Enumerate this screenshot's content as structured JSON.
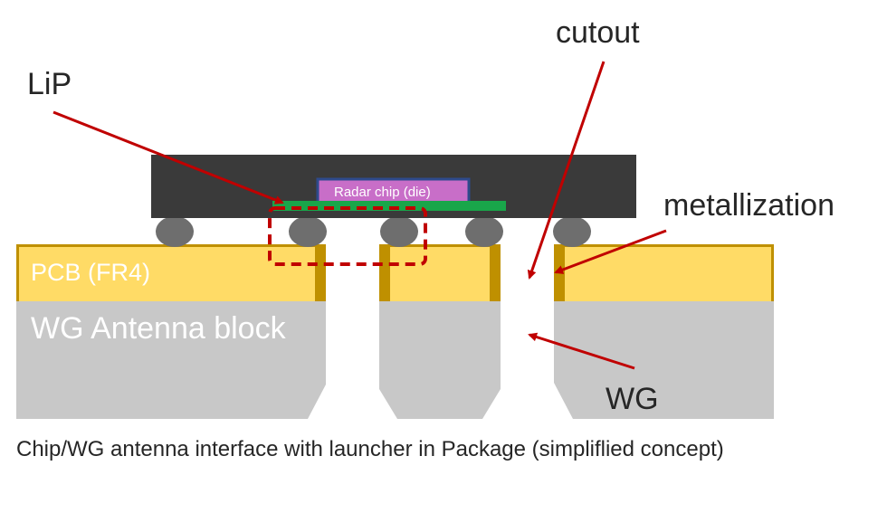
{
  "labels": {
    "cutout": "cutout",
    "lip": "LiP",
    "metallization": "metallization",
    "wg": "WG",
    "chip": "Radar chip (die)",
    "pcb": "PCB (FR4)",
    "antenna_block": "WG Antenna block"
  },
  "caption": "Chip/WG antenna interface with launcher in Package (simpliflied concept)",
  "colors": {
    "package": "#3a3a3a",
    "chip": "#c86ec8",
    "chip_border": "#2e4a8c",
    "substrate": "#19a64a",
    "solder_ball": "#6e6e6e",
    "pcb_fill": "#ffdb66",
    "metallization": "#bf9000",
    "antenna_block": "#c8c8c8",
    "arrow": "#c00000",
    "lip_box": "#c00000"
  }
}
